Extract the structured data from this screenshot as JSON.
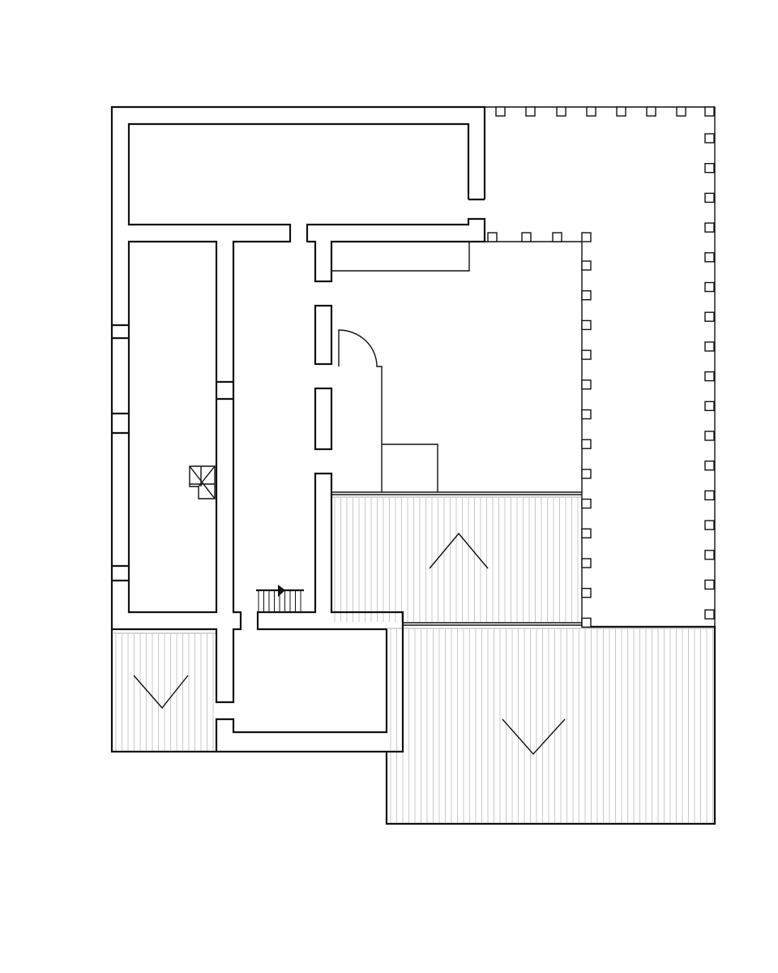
{
  "plan": {
    "line_color": "#111111",
    "hatch_color": "#c8c8c8",
    "background": "#ffffff",
    "slope_arrows": [
      {
        "area": "terrace-middle",
        "direction": "up"
      },
      {
        "area": "terrace-bottom-left",
        "direction": "down"
      },
      {
        "area": "terrace-bottom-right",
        "direction": "down"
      }
    ],
    "icons": [
      "stair-arrow-icon",
      "spiral-stair-icon",
      "door-swing-icon"
    ]
  }
}
